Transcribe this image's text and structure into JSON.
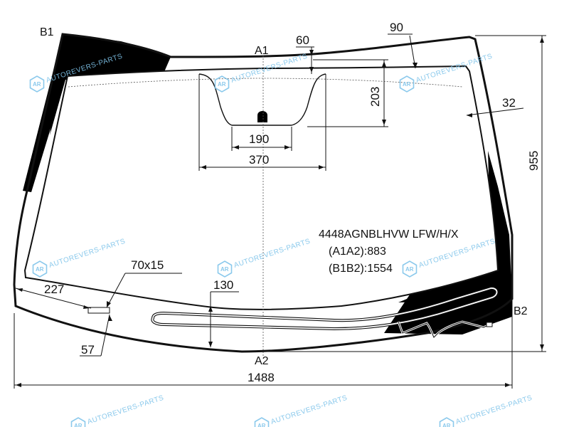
{
  "labels": {
    "b1": "B1",
    "a1": "A1",
    "b2": "B2",
    "a2": "A2"
  },
  "dimensions": {
    "d60": "60",
    "d90": "90",
    "d203": "203",
    "d32": "32",
    "d955": "955",
    "d190": "190",
    "d370": "370",
    "d70x15": "70x15",
    "d227": "227",
    "d130": "130",
    "d57": "57",
    "d1488": "1488"
  },
  "part": {
    "code": "4448AGNBLHVW LFW/H/X",
    "a1a2": "(A1A2):883",
    "b1b2": "(B1B2):1554"
  },
  "watermark": {
    "text": "AUTOREVERS-PARTS",
    "logo": "AR"
  },
  "colors": {
    "line": "#111111",
    "watermark": "#7fc4ea",
    "ceramic_band": "#000000"
  }
}
